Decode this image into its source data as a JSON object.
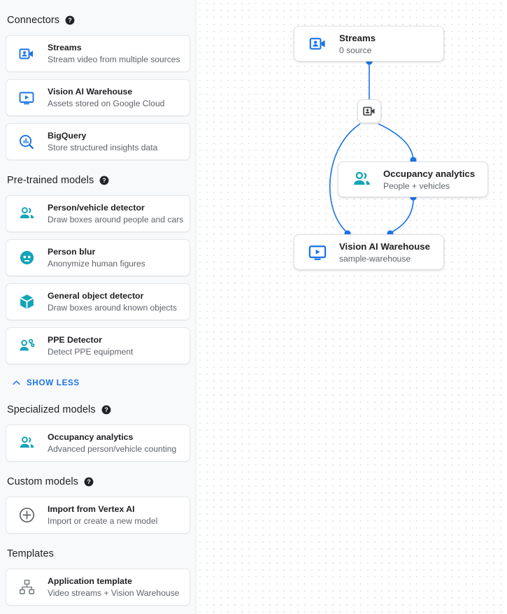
{
  "sidebar": {
    "sections": [
      {
        "title": "Connectors",
        "help": "help-icon",
        "items": [
          {
            "icon": "video-camera-icon",
            "icon_color": "#1a73e8",
            "title": "Streams",
            "sub": "Stream video from multiple sources"
          },
          {
            "icon": "video-monitor-icon",
            "icon_color": "#1a73e8",
            "title": "Vision AI Warehouse",
            "sub": "Assets stored on Google Cloud"
          },
          {
            "icon": "bigquery-icon",
            "icon_color": "#1a73e8",
            "title": "BigQuery",
            "sub": "Store structured insights data"
          }
        ]
      },
      {
        "title": "Pre-trained models",
        "help": "help-icon",
        "items": [
          {
            "icon": "people-group-icon",
            "icon_color": "#12a4b8",
            "title": "Person/vehicle detector",
            "sub": "Draw boxes around people and cars"
          },
          {
            "icon": "person-face-icon",
            "icon_color": "#12a4b8",
            "title": "Person blur",
            "sub": "Anonymize human figures"
          },
          {
            "icon": "cube-icon",
            "icon_color": "#12a4b8",
            "title": "General object detector",
            "sub": "Draw boxes around known objects"
          },
          {
            "icon": "ppe-person-icon",
            "icon_color": "#12a4b8",
            "title": "PPE Detector",
            "sub": "Detect PPE equipment"
          }
        ],
        "toggle": {
          "label": "SHOW LESS",
          "icon": "chevron-up-icon",
          "color": "#1a73e8"
        }
      },
      {
        "title": "Specialized models",
        "help": "help-icon",
        "items": [
          {
            "icon": "people-group-icon",
            "icon_color": "#12a4b8",
            "title": "Occupancy analytics",
            "sub": "Advanced person/vehicle counting"
          }
        ]
      },
      {
        "title": "Custom models",
        "help": "help-icon",
        "items": [
          {
            "icon": "plus-circle-icon",
            "icon_color": "#5f6368",
            "title": "Import from Vertex AI",
            "sub": "Import or create a new model"
          }
        ]
      },
      {
        "title": "Templates",
        "help": null,
        "items": [
          {
            "icon": "hierarchy-icon",
            "icon_color": "#80868b",
            "title": "Application template",
            "sub": "Video streams + Vision Warehouse"
          }
        ]
      }
    ]
  },
  "canvas": {
    "edge_color": "#1a73e8",
    "nodes": [
      {
        "id": "streams",
        "icon": "video-camera-icon",
        "icon_color": "#1a73e8",
        "title": "Streams",
        "sub": "0 source"
      },
      {
        "id": "occupancy",
        "icon": "people-group-icon",
        "icon_color": "#12a4b8",
        "title": "Occupancy analytics",
        "sub": "People + vehicles"
      },
      {
        "id": "warehouse",
        "icon": "video-monitor-icon",
        "icon_color": "#1a73e8",
        "title": "Vision AI Warehouse",
        "sub": "sample-warehouse"
      }
    ],
    "badge": {
      "icon": "video-camera-icon",
      "icon_color": "#3c4043"
    }
  }
}
